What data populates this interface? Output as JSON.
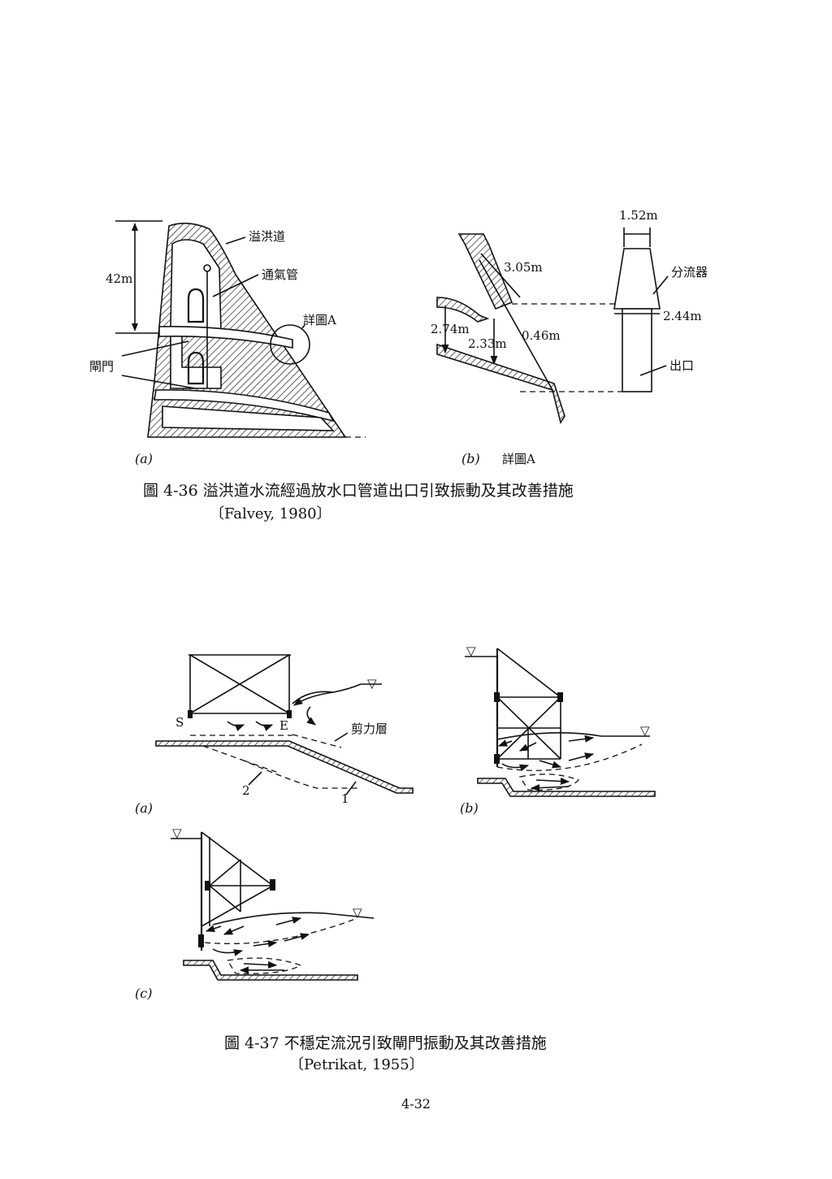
{
  "fig36": {
    "a": {
      "height": "42m",
      "spillway": "溢洪道",
      "vent": "通氣管",
      "detail": "詳圖A",
      "gate": "閘門",
      "sub": "(a)"
    },
    "b": {
      "w1": "1.52m",
      "splitter": "分流器",
      "d305": "3.05m",
      "d274": "2.74m",
      "d233": "2.33m",
      "d046": "0.46m",
      "d244": "2.44m",
      "outlet": "出口",
      "sub": "(b)",
      "subtitle": "詳圖A"
    },
    "caption": "圖 4-36 溢洪道水流經過放水口管道出口引致振動及其改善措施",
    "ref": "〔Falvey, 1980〕"
  },
  "fig37": {
    "a": {
      "s": "S",
      "e": "E",
      "shear": "剪力層",
      "n2": "2",
      "n1": "1",
      "sub": "(a)"
    },
    "b": {
      "sub": "(b)"
    },
    "c": {
      "sub": "(c)"
    },
    "caption": "圖 4-37 不穩定流況引致閘門振動及其改善措施",
    "ref": "〔Petrikat, 1955〕"
  },
  "page_number": "4-32"
}
